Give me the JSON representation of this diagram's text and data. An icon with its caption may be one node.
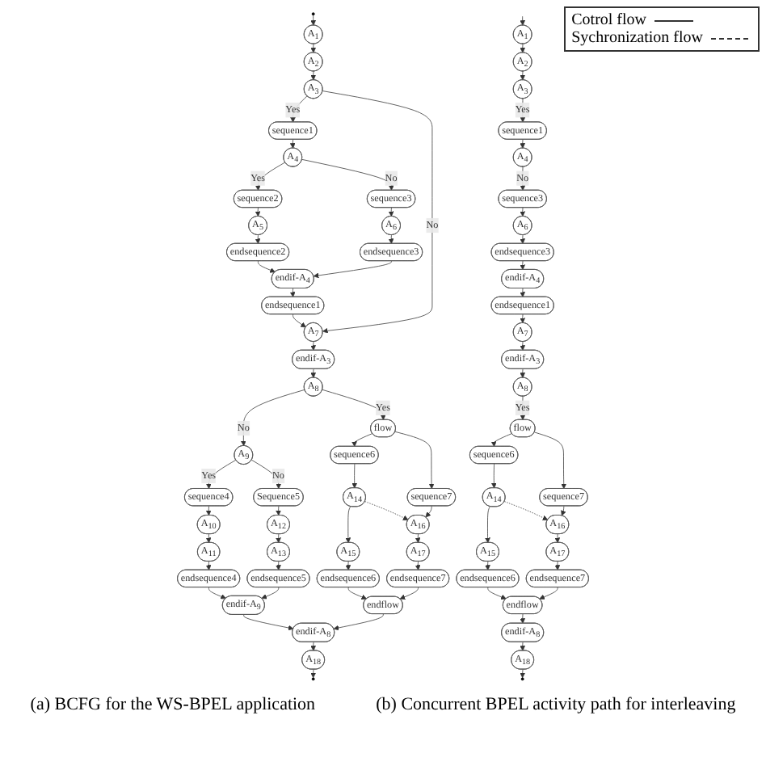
{
  "diagram": {
    "nodes": [
      {
        "text": [],
        "shape": "circle"
      },
      {
        "text": [
          "A$_{1}$"
        ]
      },
      {
        "text": [
          "A$_{2}$"
        ]
      },
      {
        "text": [
          "A$_{3}$"
        ]
      },
      {
        "text": [
          "sequence1"
        ]
      },
      {
        "text": [
          "A$_{4}$"
        ]
      },
      {
        "text": [
          "sequence2"
        ]
      },
      {
        "text": [
          "A$_{5}$"
        ]
      },
      {
        "text": [
          "endsequence2"
        ]
      },
      {
        "text": [
          "sequence3"
        ]
      },
      {
        "text": [
          "A$_{6}$"
        ]
      },
      {
        "text": [
          "endsequence3"
        ]
      },
      {
        "text": [
          "endif-A$_{4}$"
        ]
      },
      {
        "text": [
          "endsequence1"
        ]
      },
      {
        "text": [
          "A$_{7}$"
        ]
      },
      {
        "text": [
          "endif-A$_{3}$"
        ]
      },
      {
        "text": [
          "A$_{8}$"
        ]
      },
      {
        "text": [
          "A$_{9}$"
        ]
      },
      {
        "text": [
          "sequence4"
        ]
      },
      {
        "text": [
          "A$_{10}$"
        ]
      },
      {
        "text": [
          "A$_{11}$"
        ]
      },
      {
        "text": [
          "endsequence4"
        ]
      },
      {
        "text": [
          "Sequence5"
        ]
      },
      {
        "text": [
          "A$_{12}$"
        ]
      },
      {
        "text": [
          "A$_{13}$"
        ]
      },
      {
        "text": [
          "endsequence5"
        ]
      },
      {
        "text": [
          "endif-A$_{9}$"
        ]
      },
      {
        "text": [
          "flow"
        ]
      },
      {
        "text": [
          "sequence6"
        ]
      },
      {
        "text": [
          "A$_{14}$"
        ]
      },
      {
        "text": [
          "A$_{15}$"
        ]
      },
      {
        "text": [
          "endsequence6"
        ]
      },
      {
        "text": [
          "sequence7"
        ]
      },
      {
        "text": [
          "A$_{16}$"
        ]
      },
      {
        "text": [
          "A$_{17}$"
        ]
      },
      {
        "text": [
          "endsequence7"
        ]
      },
      {
        "text": [
          "endflow"
        ]
      },
      {
        "text": [
          "endif-A$_{8}$"
        ]
      },
      {
        "text": [
          "A$_{18}$"
        ]
      },
      {
        "text": [],
        "shape": "circle"
      },
      {
        "text": [
          "A$_{1}$"
        ]
      },
      {
        "text": [
          "A$_{2}$"
        ]
      },
      {
        "text": [
          "A$_{3}$"
        ]
      },
      {
        "text": [
          "sequence1"
        ]
      },
      {
        "text": [
          "A$_{4}$"
        ]
      },
      {
        "text": [
          "sequence3"
        ]
      },
      {
        "text": [
          "A$_{6}$"
        ]
      },
      {
        "text": [
          "endsequence3"
        ]
      },
      {
        "text": [
          "endif-A$_{4}$"
        ]
      },
      {
        "text": [
          "endsequence1"
        ]
      },
      {
        "text": [
          "A$_{7}$"
        ]
      },
      {
        "text": [
          "endif-A$_{3}$"
        ]
      },
      {
        "text": [
          "A$_{8}$"
        ]
      },
      {
        "text": [
          "flow"
        ]
      },
      {
        "text": [
          "sequence6"
        ]
      },
      {
        "text": [
          "A$_{14}$"
        ]
      },
      {
        "text": [
          "A$_{15}$"
        ]
      },
      {
        "text": [
          "endsequence6"
        ]
      },
      {
        "text": [
          "sequence7"
        ]
      },
      {
        "text": [
          "A$_{16}$"
        ]
      },
      {
        "text": [
          "A$_{17}$"
        ]
      },
      {
        "text": [
          "endsequence7"
        ]
      },
      {
        "text": [
          "endflow"
        ]
      },
      {
        "text": [
          "endif-A$_{8}$"
        ]
      },
      {
        "text": [
          "A$_{18}$"
        ]
      },
      {
        "text": [],
        "shape": "circle"
      }
    ],
    "edges": [
      {
        "from": 0,
        "to": 1,
        "arrow": "to"
      },
      {
        "from": 1,
        "to": 2,
        "arrow": "to"
      },
      {
        "from": 2,
        "to": 3,
        "arrow": "to"
      },
      {
        "from": 3,
        "to": 4,
        "arrow": "to",
        "label": "Yes"
      },
      {
        "from": 3,
        "to": 14,
        "arrow": "to",
        "label": "No"
      },
      {
        "from": 4,
        "to": 5,
        "arrow": "to"
      },
      {
        "from": 5,
        "to": 6,
        "arrow": "to",
        "label": "Yes"
      },
      {
        "from": 5,
        "to": 9,
        "arrow": "to",
        "label": "No"
      },
      {
        "from": 6,
        "to": 7,
        "arrow": "to"
      },
      {
        "from": 7,
        "to": 8,
        "arrow": "to"
      },
      {
        "from": 9,
        "to": 10,
        "arrow": "to"
      },
      {
        "from": 10,
        "to": 11,
        "arrow": "to"
      },
      {
        "from": 8,
        "to": 12,
        "arrow": "to"
      },
      {
        "from": 11,
        "to": 12,
        "arrow": "to"
      },
      {
        "from": 12,
        "to": 13,
        "arrow": "to"
      },
      {
        "from": 13,
        "to": 14,
        "arrow": "to"
      },
      {
        "from": 14,
        "to": 15,
        "arrow": "to"
      },
      {
        "from": 15,
        "to": 16,
        "arrow": "to"
      },
      {
        "from": 16,
        "to": 17,
        "arrow": "to",
        "label": "No"
      },
      {
        "from": 16,
        "to": 27,
        "arrow": "to",
        "label": "Yes"
      },
      {
        "from": 17,
        "to": 18,
        "arrow": "to",
        "label": "Yes"
      },
      {
        "from": 17,
        "to": 22,
        "arrow": "to",
        "label": "No"
      },
      {
        "from": 18,
        "to": 19,
        "arrow": "to"
      },
      {
        "from": 19,
        "to": 20,
        "arrow": "to"
      },
      {
        "from": 20,
        "to": 21,
        "arrow": "to"
      },
      {
        "from": 22,
        "to": 23,
        "arrow": "to"
      },
      {
        "from": 23,
        "to": 24,
        "arrow": "to"
      },
      {
        "from": 24,
        "to": 25,
        "arrow": "to"
      },
      {
        "from": 21,
        "to": 26,
        "arrow": "to"
      },
      {
        "from": 25,
        "to": 26,
        "arrow": "to"
      },
      {
        "from": 27,
        "to": 28,
        "arrow": "to"
      },
      {
        "from": 27,
        "to": 32,
        "arrow": "to"
      },
      {
        "from": 28,
        "to": 29,
        "arrow": "to"
      },
      {
        "from": 29,
        "to": 30,
        "arrow": "to"
      },
      {
        "from": 30,
        "to": 31,
        "arrow": "to"
      },
      {
        "from": 32,
        "to": 33,
        "arrow": "to"
      },
      {
        "from": 33,
        "to": 34,
        "arrow": "to"
      },
      {
        "from": 34,
        "to": 35,
        "arrow": "to"
      },
      {
        "from": 29,
        "to": 33,
        "arrow": "to",
        "style": "dashed"
      },
      {
        "from": 31,
        "to": 36,
        "arrow": "to"
      },
      {
        "from": 35,
        "to": 36,
        "arrow": "to"
      },
      {
        "from": 26,
        "to": 37,
        "arrow": "to"
      },
      {
        "from": 36,
        "to": 37,
        "arrow": "to"
      },
      {
        "from": 37,
        "to": 38,
        "arrow": "to"
      },
      {
        "from": 38,
        "to": 39,
        "arrow": "to"
      },
      {
        "from": null,
        "to": 40,
        "arrow": "to"
      },
      {
        "from": 40,
        "to": 41,
        "arrow": "to"
      },
      {
        "from": 41,
        "to": 42,
        "arrow": "to"
      },
      {
        "from": 42,
        "to": 43,
        "arrow": "to",
        "label": "Yes"
      },
      {
        "from": 43,
        "to": 44,
        "arrow": "to"
      },
      {
        "from": 44,
        "to": 45,
        "arrow": "to",
        "label": "No"
      },
      {
        "from": 45,
        "to": 46,
        "arrow": "to"
      },
      {
        "from": 46,
        "to": 47,
        "arrow": "to"
      },
      {
        "from": 47,
        "to": 48,
        "arrow": "to"
      },
      {
        "from": 48,
        "to": 49,
        "arrow": "to"
      },
      {
        "from": 49,
        "to": 50,
        "arrow": "to"
      },
      {
        "from": 50,
        "to": 51,
        "arrow": "to"
      },
      {
        "from": 51,
        "to": 52,
        "arrow": "to"
      },
      {
        "from": 52,
        "to": 53,
        "arrow": "to",
        "label": "Yes"
      },
      {
        "from": 53,
        "to": 54,
        "arrow": "to"
      },
      {
        "from": 53,
        "to": 58,
        "arrow": "to"
      },
      {
        "from": 54,
        "to": 55,
        "arrow": "to"
      },
      {
        "from": 55,
        "to": 56,
        "arrow": "to"
      },
      {
        "from": 56,
        "to": 57,
        "arrow": "to"
      },
      {
        "from": 58,
        "to": 59,
        "arrow": "to"
      },
      {
        "from": 59,
        "to": 60,
        "arrow": "to"
      },
      {
        "from": 60,
        "to": 61,
        "arrow": "to"
      },
      {
        "from": 55,
        "to": 59,
        "arrow": "to",
        "style": "dashed"
      },
      {
        "from": 57,
        "to": 62,
        "arrow": "to"
      },
      {
        "from": 61,
        "to": 62,
        "arrow": "to"
      },
      {
        "from": 62,
        "to": 63,
        "arrow": "to"
      },
      {
        "from": 63,
        "to": 64,
        "arrow": "to"
      },
      {
        "from": 64,
        "to": 65,
        "arrow": "to"
      }
    ],
    "labels": [
      "(a) BCFG for the WS-BPEL application",
      "(b) Concurrent BPEL activity path for interleaving"
    ],
    "legend": [
      {
        "text": "Cotrol flow"
      },
      {
        "text": "Sychronization flow"
      }
    ]
  }
}
